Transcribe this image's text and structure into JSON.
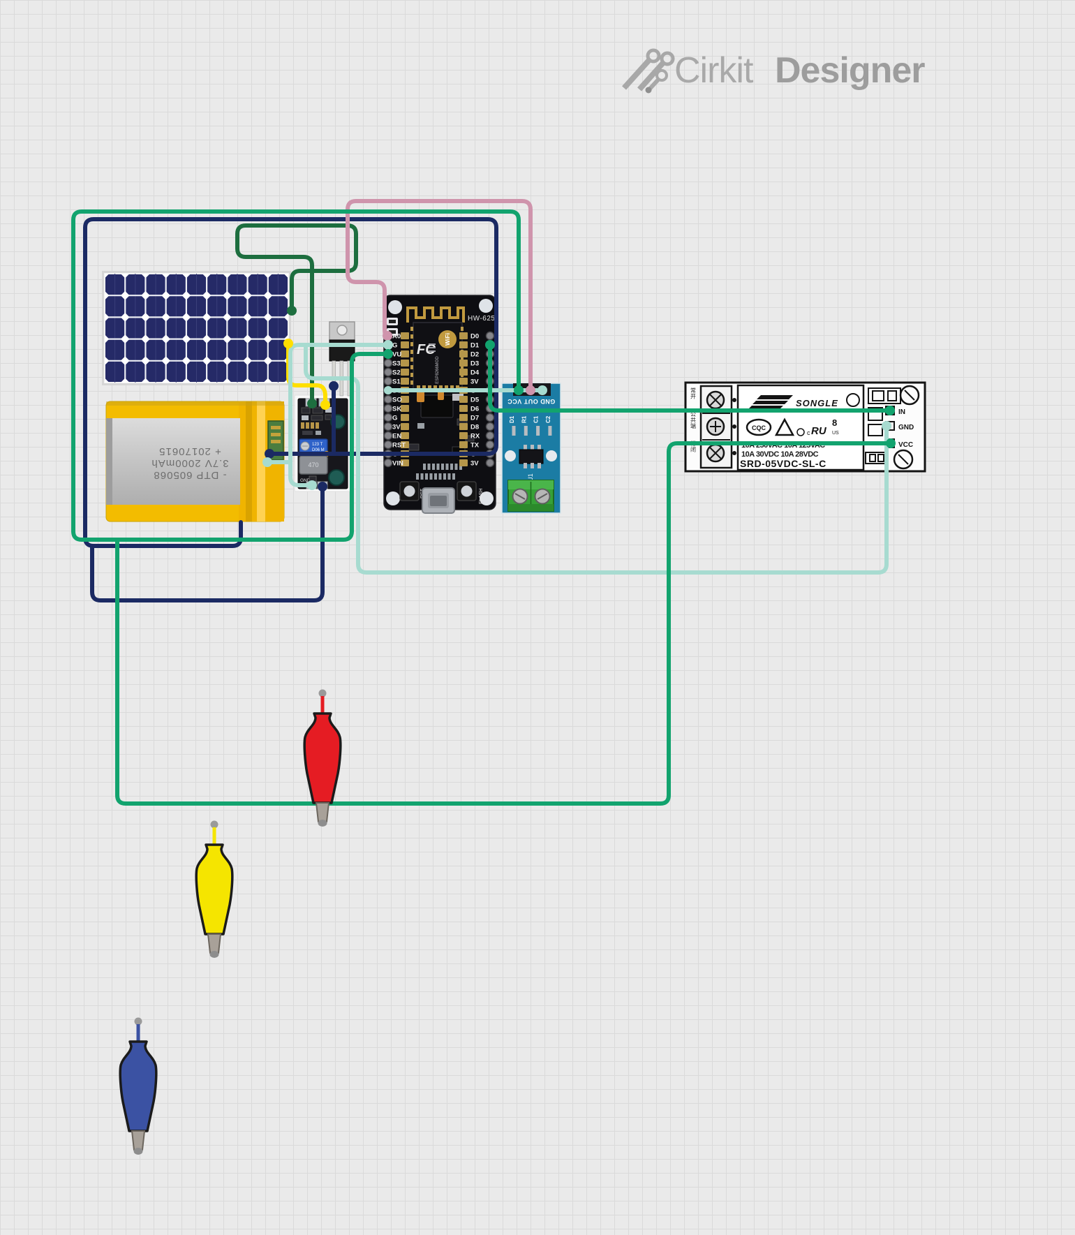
{
  "logo": {
    "brand": "Cirkit",
    "product": "Designer",
    "brand_color": "#a9a9a9",
    "product_color": "#9d9d9d"
  },
  "colors": {
    "green": "#12a36e",
    "dark_green": "#1d6e3f",
    "navy": "#1b2a63",
    "yellow": "#ffdf00",
    "pink": "#cf94ac",
    "pale_teal": "#a7dbd0"
  },
  "nodemcu": {
    "silkscreen": "HW-625",
    "left_pins": [
      "A0",
      "G",
      "VU",
      "S3",
      "S2",
      "S1",
      "SC",
      "SO",
      "SK",
      "G",
      "3V",
      "EN",
      "RST",
      "G",
      "VIN"
    ],
    "right_pins": [
      "D0",
      "D1",
      "D2",
      "D3",
      "D4",
      "3V",
      "G",
      "D5",
      "D6",
      "D7",
      "D8",
      "RX",
      "TX",
      "G",
      "3V"
    ],
    "fc_logo": "FC",
    "wifi_label": "WiFi",
    "module_name": "ESP8266MOD",
    "rst_button": "RST",
    "flash_button": "FLASH"
  },
  "sensor": {
    "header_label": "GND OUT VCC",
    "component_labels": [
      "D1",
      "R1",
      "C1",
      "C2"
    ],
    "ic_label": "U1"
  },
  "charger_module": {
    "trimpot_line1": "123 T",
    "trimpot_line2": "D06 M",
    "inductor_label": "470",
    "gnd_label": "GND"
  },
  "battery": {
    "lines": [
      "- DTP 605068",
      "3.7V 2000mAh",
      "+ 20170615"
    ]
  },
  "relay": {
    "brand": "SONGLE",
    "cert1": "CQC",
    "ul_mark": "RU",
    "ul_number": "8",
    "ul_us": "US",
    "rating_line1": "10A 250VAC  10A 125VAC",
    "rating_line2": "10A 30VDC  10A 28VDC",
    "part_number": "SRD-05VDC-SL-C",
    "pin_labels": [
      "IN",
      "GND",
      "VCC"
    ],
    "terminal_labels": [
      "常开",
      "公共端",
      "常闭"
    ]
  },
  "clips": [
    {
      "id": "red",
      "color": "#e51c23"
    },
    {
      "id": "yellow",
      "color": "#f5e500"
    },
    {
      "id": "blue",
      "color": "#3b52a3"
    }
  ]
}
